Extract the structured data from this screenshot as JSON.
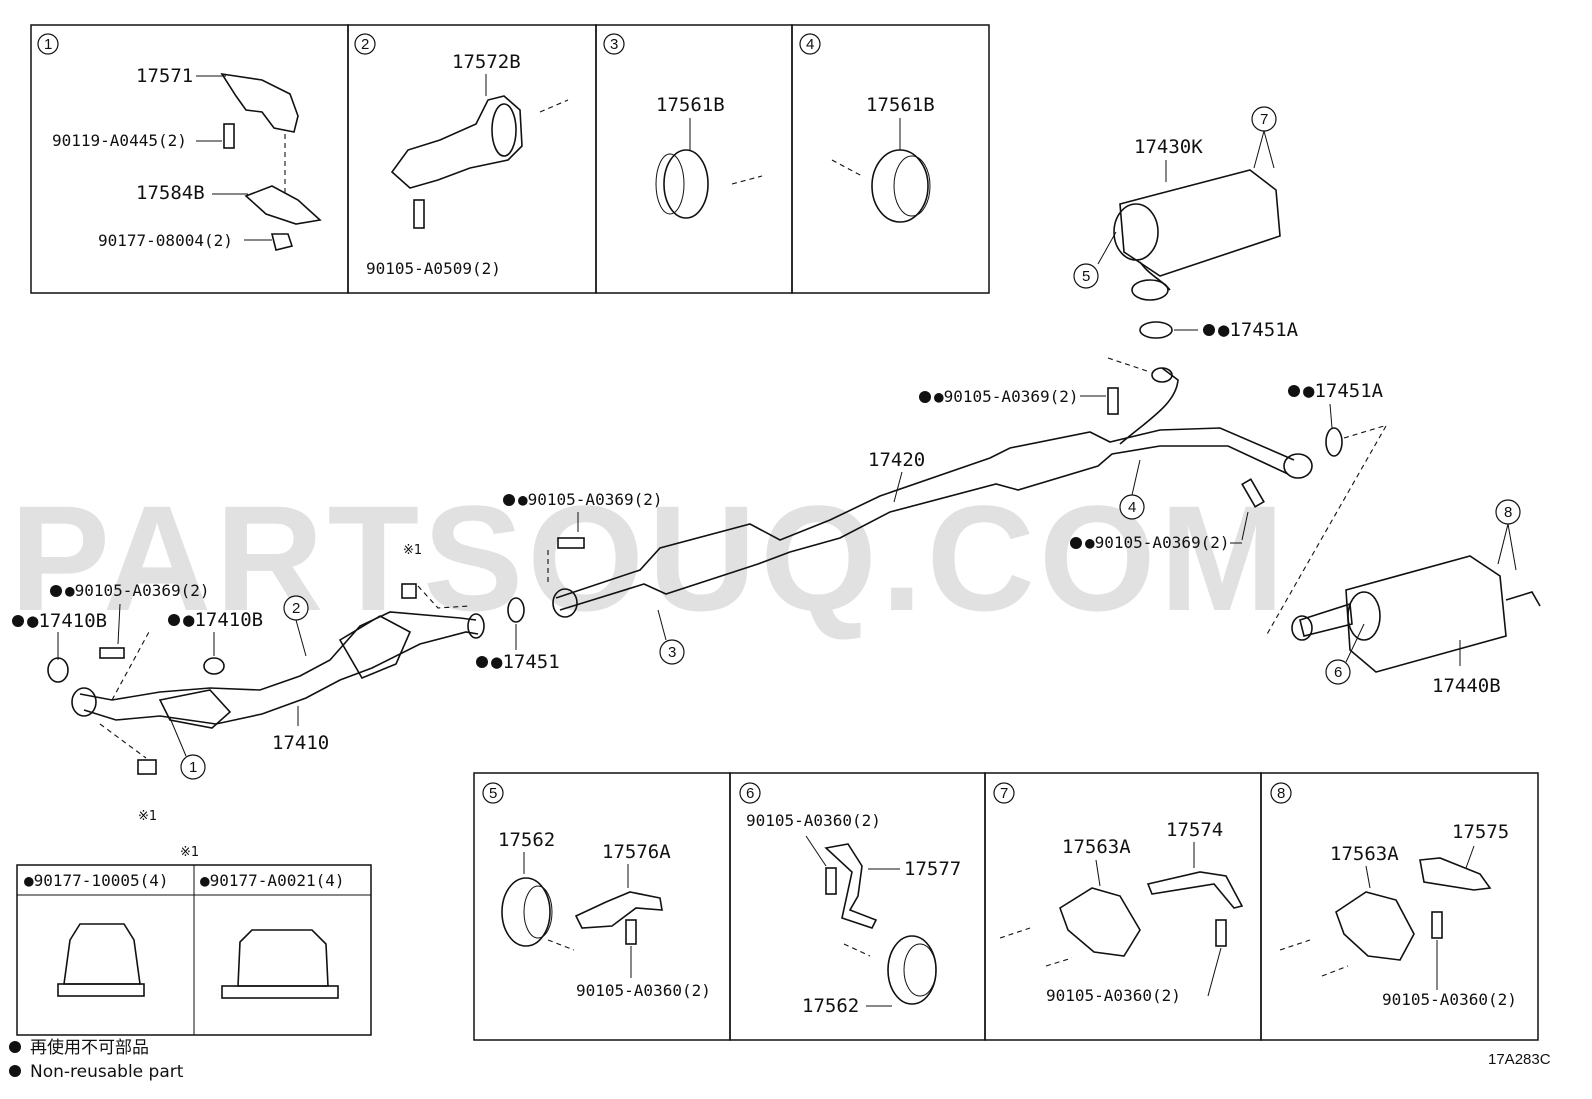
{
  "watermark": "PARTSOUQ.COM",
  "diagram_ref": "17A283C",
  "legend": {
    "symbol": "●",
    "text_jp": "再使用不可部品",
    "text_en": "Non-reusable part",
    "note_mark": "※1"
  },
  "detail_boxes": {
    "box1": {
      "num": "1",
      "labels": [
        "17571",
        "90119-A0445(2)",
        "17584B",
        "90177-08004(2)"
      ]
    },
    "box2": {
      "num": "2",
      "labels": [
        "17572B",
        "90105-A0509(2)"
      ]
    },
    "box3": {
      "num": "3",
      "labels": [
        "17561B"
      ]
    },
    "box4": {
      "num": "4",
      "labels": [
        "17561B"
      ]
    },
    "box5": {
      "num": "5",
      "labels": [
        "17562",
        "17576A",
        "90105-A0360(2)"
      ]
    },
    "box6": {
      "num": "6",
      "labels": [
        "90105-A0360(2)",
        "17577",
        "17562"
      ]
    },
    "box7": {
      "num": "7",
      "labels": [
        "17563A",
        "17574",
        "90105-A0360(2)"
      ]
    },
    "box8": {
      "num": "8",
      "labels": [
        "17563A",
        "17575",
        "90105-A0360(2)"
      ]
    }
  },
  "nut_box": {
    "header": "※1",
    "left": "●90177-10005(4)",
    "right": "●90177-A0021(4)"
  },
  "main_labels": {
    "p17430K": "17430K",
    "p17451A_top": "●17451A",
    "p90105_top": "●90105-A0369(2)",
    "p17451A_right": "●17451A",
    "p17420": "17420",
    "p90105_mid": "●90105-A0369(2)",
    "p90105_right": "●90105-A0369(2)",
    "p90105_left": "●90105-A0369(2)",
    "p17410B_a": "●17410B",
    "p17410B_b": "●17410B",
    "p17451": "●17451",
    "p17410": "17410",
    "p17440B": "17440B",
    "x1_a": "※1",
    "x1_b": "※1"
  },
  "callouts": [
    "1",
    "2",
    "3",
    "4",
    "5",
    "6",
    "7",
    "8"
  ]
}
